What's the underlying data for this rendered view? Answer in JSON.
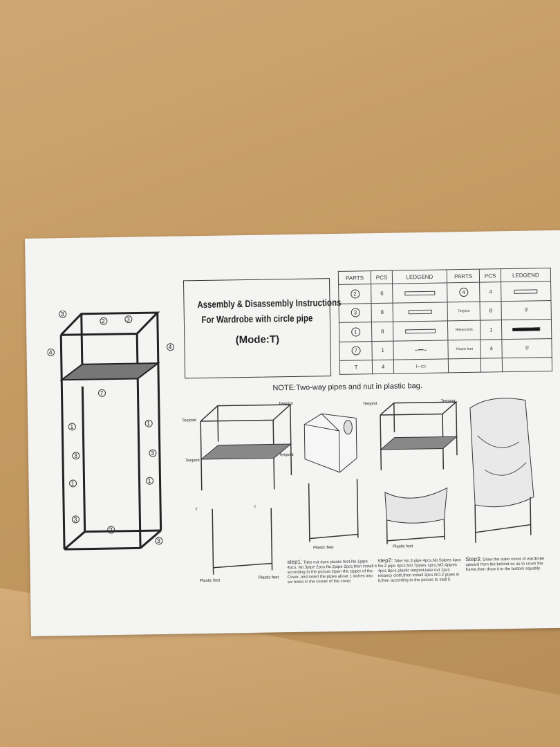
{
  "title": {
    "line1": "Assembly & Disassembly Instructions",
    "line2": "For Wardrobe with circle pipe",
    "mode": "(Mode:T)"
  },
  "parts_table": {
    "headers": [
      "PARTS",
      "PCS",
      "LEDGEND",
      "PARTS",
      "PCS",
      "LEDGEND"
    ],
    "rows": [
      {
        "part_left": "2",
        "pcs_left": "6",
        "part_right": "4",
        "pcs_right": "4"
      },
      {
        "part_left": "3",
        "pcs_left": "8",
        "part_right": "Teejoint",
        "pcs_right": "8"
      },
      {
        "part_left": "1",
        "pcs_left": "8",
        "part_right": "Reliancloth",
        "pcs_right": "1"
      },
      {
        "part_left": "7",
        "pcs_left": "1",
        "part_right": "Plastic feet",
        "pcs_right": "4"
      },
      {
        "part_left": "T",
        "pcs_left": "4",
        "part_right": "",
        "pcs_right": ""
      }
    ]
  },
  "note": "NOTE:Two-way pipes and nut in plastic bag.",
  "labels": {
    "teejoint": "Teejoint",
    "plastic_feet": "Plastic feet",
    "t": "T"
  },
  "steps": {
    "step1_label": "step1:",
    "step1_text": "Take out 4pcs plastic feet,No.1pipe 4pcs, No.3pipe 2pcs,No.2pipe 2pcs,then install it according to the picture.Open the zipper of the Cover, and insert the pipes about 1 inches into six holes in the corner of the cover.",
    "step2_label": "step2:",
    "step2_text": "Take No.3 pipe 4pcs,No.5pipes 4pcs No.2 pipe 4pcs,NO.7pipes 1pcs,NO.4pipes 4pcs 8pcs plastic teejoint,take out 1pcs reliancy cloth,then install 2pcs NO.2 pipes in it,then according to the picture to stall it.",
    "step3_label": "Step3:",
    "step3_text": "Draw the outer cover of wardrobe upward from the behind so as to cover the frame,then draw it to the bottom equably."
  }
}
